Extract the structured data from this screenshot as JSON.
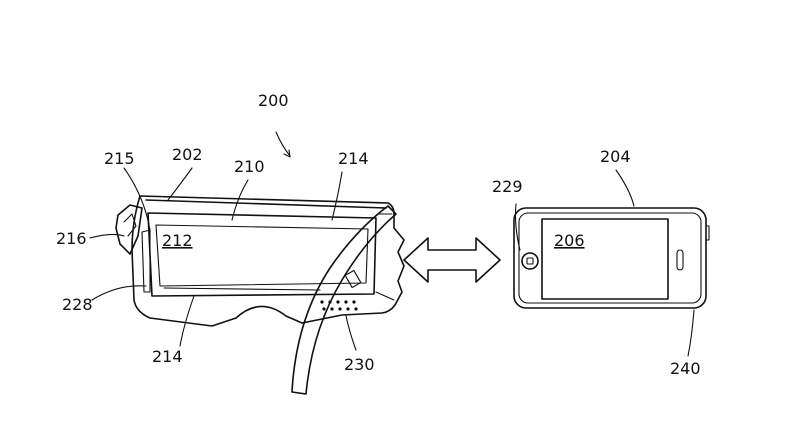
{
  "figure": {
    "labels": {
      "l200": "200",
      "l202": "202",
      "l215": "215",
      "l210": "210",
      "l214_top": "214",
      "l216": "216",
      "l212": "212",
      "l228": "228",
      "l214_bottom": "214",
      "l230": "230",
      "l204": "204",
      "l229": "229",
      "l206": "206",
      "l240": "240"
    }
  }
}
